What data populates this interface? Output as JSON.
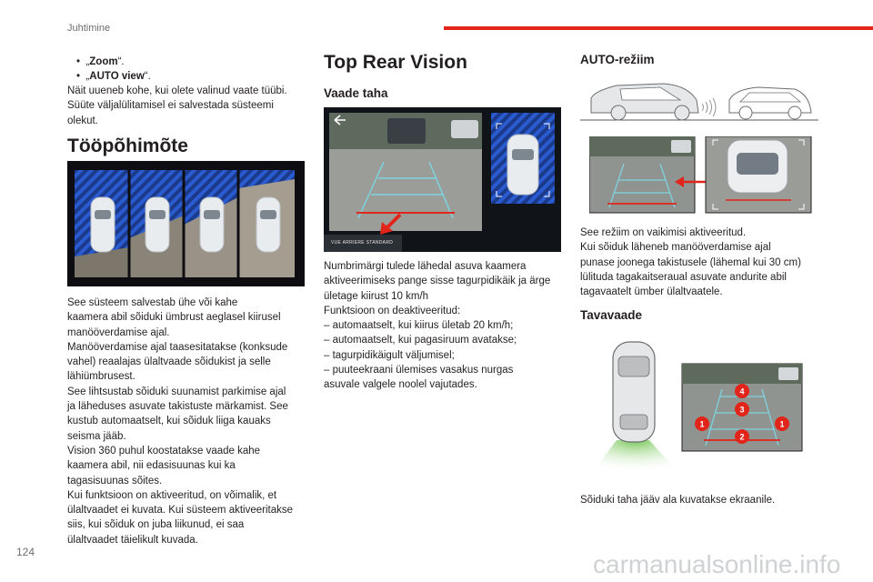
{
  "header": {
    "section": "Juhtimine",
    "page_number": "124"
  },
  "col1": {
    "bullets": [
      {
        "prefix": "„",
        "bold": "Zoom",
        "suffix": "“."
      },
      {
        "prefix": "„",
        "bold": "AUTO view",
        "suffix": "“."
      }
    ],
    "intro_lines": [
      "Näit uueneb kohe, kui olete valinud vaate tüübi.",
      "Süüte väljalülitamisel ei salvestada süsteemi",
      "olekut."
    ],
    "heading": "Tööpõhimõte",
    "text_lines": [
      "See süsteem salvestab ühe või kahe",
      "kaamera abil sõiduki ümbrust aeglasel kiirusel",
      "manööverdamise ajal.",
      "Manööverdamise ajal taasesitatakse (konksude",
      "vahel) reaalajas ülaltvaade sõidukist ja selle",
      "lähiümbrusest.",
      "See lihtsustab sõiduki suunamist parkimise ajal",
      "ja läheduses asuvate takistuste märkamist. See",
      "kustub automaatselt, kui sõiduk liiga kauaks",
      "seisma jääb.",
      "Vision 360 puhul koostatakse vaade kahe",
      "kaamera abil, nii edasisuunas kui ka",
      "tagasisuunas sõites.",
      "Kui funktsioon on aktiveeritud, on võimalik, et",
      "ülaltvaadet ei kuvata. Kui süsteem aktiveeritakse",
      "siis, kui sõiduk on juba liikunud, ei saa",
      "ülaltvaadet täielikult kuvada."
    ]
  },
  "col2": {
    "heading": "Top Rear Vision",
    "subheading": "Vaade taha",
    "screen_caption": "VUE ARRIERE STANDARD",
    "text_lines": [
      "Numbrimärgi tulede lähedal asuva kaamera",
      "aktiveerimiseks pange sisse tagurpidikäik ja ärge",
      "ületage kiirust 10 km/h",
      "Funktsioon on deaktiveeritud:",
      "–  automaatselt, kui kiirus ületab 20 km/h;",
      "–  automaatselt, kui pagasiruum avatakse;",
      "–  tagurpidikäigult väljumisel;",
      "–  puuteekraani ülemises vasakus nurgas",
      "asuvale valgele noolel vajutades."
    ]
  },
  "col3": {
    "heading": "AUTO-režiim",
    "auto_text_lines": [
      "See režiim on vaikimisi aktiveeritud.",
      "Kui sõiduk läheneb manööverdamise ajal",
      "punase joonega takistusele (lähemal kui 30 cm)",
      "lülituda tagakaitseraual asuvate andurite abil",
      "tagavaatelt ümber ülaltvaatele."
    ],
    "subheading": "Tavavaade",
    "markers": [
      "1",
      "2",
      "3",
      "4",
      "1"
    ],
    "normal_text": "Sõiduki taha jääv ala kuvatakse ekraanile."
  },
  "watermark": "carmanualsonline.info",
  "colors": {
    "accent_red": "#e1251b",
    "guide_cyan": "#7fd3e0",
    "green_zone": "#8ed14f"
  }
}
